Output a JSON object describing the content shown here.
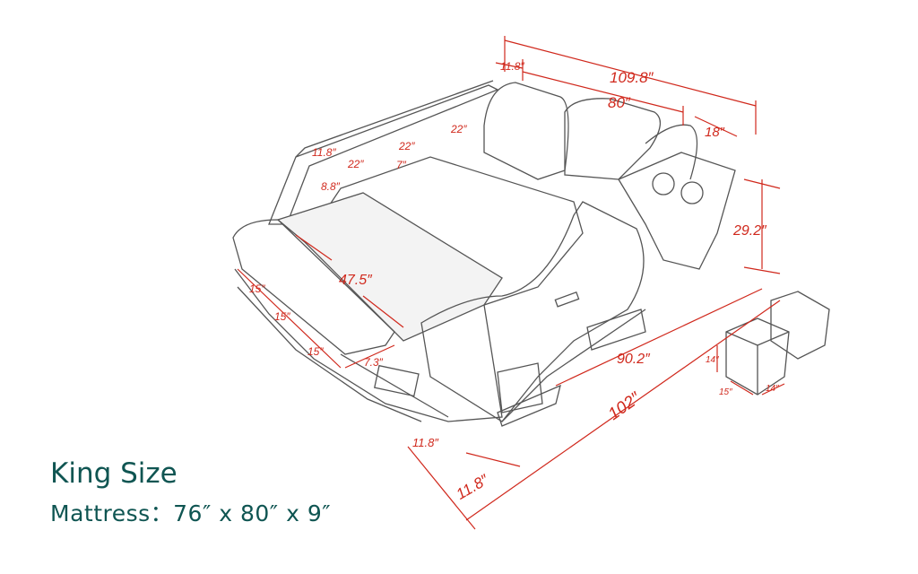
{
  "title": "King Size",
  "mattress": "Mattress：76″ x 80″ x 9″",
  "colors": {
    "dimension": "#d0281c",
    "title": "#0f5552",
    "sketch": "#555555"
  },
  "dimensions": {
    "overall_width": "109.8″",
    "headboard_side": "11.8″",
    "headboard_width": "80″",
    "nightstand_depth": "18″",
    "height": "29.2″",
    "inner_length": "90.2″",
    "overall_length": "102″",
    "front_depth": "11.8″",
    "footboard_height": "11.8″",
    "shelf_side": "11.8″",
    "shelf_1": "22″",
    "shelf_2": "22″",
    "shelf_3": "22″",
    "shelf_depth": "7″",
    "shelf_height": "8.8″",
    "bench_length": "47.5″",
    "drawer_1": "15″",
    "drawer_2": "15″",
    "drawer_3": "15″",
    "bench_gap": "7.3″",
    "ottoman_height": "14″",
    "ottoman_width": "15″",
    "ottoman_depth": "14″"
  }
}
